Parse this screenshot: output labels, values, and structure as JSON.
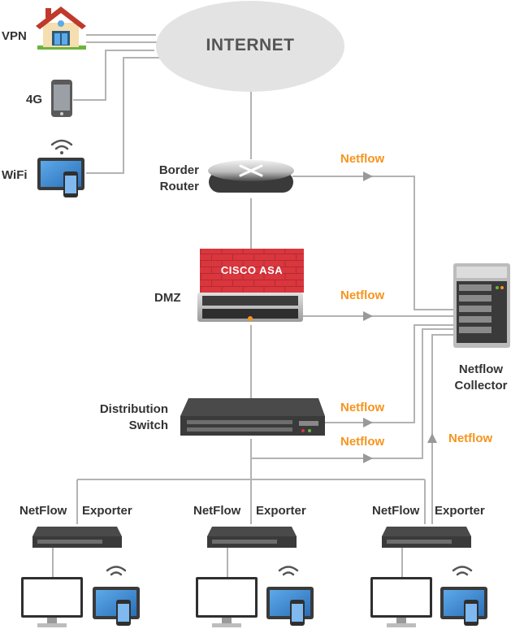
{
  "cloud": {
    "label": "INTERNET"
  },
  "remote": {
    "vpn": "VPN",
    "g4": "4G",
    "wifi": "WiFi"
  },
  "devices": {
    "border_router": [
      "Border",
      "Router"
    ],
    "firewall_brand": "CISCO ASA",
    "dmz": "DMZ",
    "distribution_switch": [
      "Distribution",
      "Switch"
    ],
    "collector": [
      "Netflow",
      "Collector"
    ]
  },
  "flows": {
    "label": "Netflow"
  },
  "exporters": [
    {
      "left": "NetFlow",
      "right": "Exporter"
    },
    {
      "left": "NetFlow",
      "right": "Exporter"
    },
    {
      "left": "NetFlow",
      "right": "Exporter"
    }
  ],
  "colors": {
    "accent": "#f7941d",
    "line": "#b3b3b3",
    "brick": "#d9363e",
    "cloud": "#e3e3e3"
  }
}
